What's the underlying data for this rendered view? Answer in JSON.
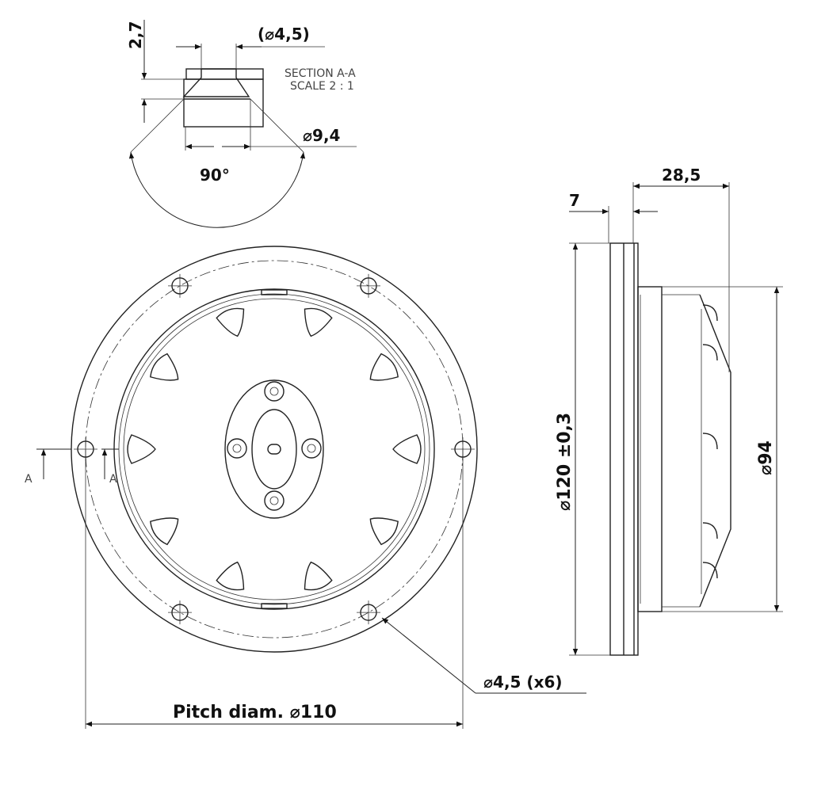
{
  "section": {
    "title": "SECTION A-A",
    "scale": "SCALE 2 : 1",
    "depth": "2,7",
    "inner_diameter": "(⌀4,5)",
    "outer_diameter": "⌀9,4",
    "angle": "90°"
  },
  "front_view": {
    "section_marker_left": "A",
    "section_marker_right": "A",
    "hole_callout": "⌀4,5 (x6)",
    "pitch_label": "Pitch diam. ⌀110"
  },
  "side_view": {
    "flange_thickness": "7",
    "overall_depth": "28,5",
    "outer_diameter": "⌀120 ±0,3",
    "body_diameter": "⌀94"
  }
}
